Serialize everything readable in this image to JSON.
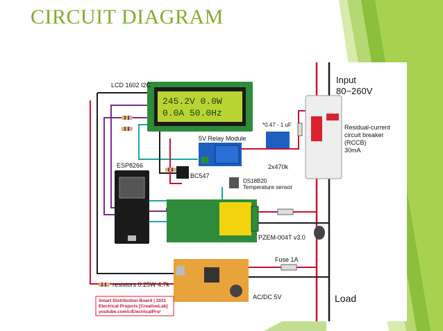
{
  "slide": {
    "title": "CIRCUIT DIAGRAM"
  },
  "labels": {
    "lcd": "LCD 1602 I2C",
    "lcd_line1": "245.2V  0.0W",
    "lcd_line2": "0.0A  50.0Hz",
    "relay": "5V Relay Module",
    "esp": "ESP8266",
    "bc547": "BC547",
    "ds18b20_1": "DS18B20",
    "ds18b20_2": "Temperature sensor",
    "capacitor": "*0.47 - 1 uF",
    "resistor_pair": "2x470k",
    "input_1": "Input",
    "input_2": "80~260V",
    "rccb_1": "Residual-current",
    "rccb_2": "circuit breaker",
    "rccb_3": "(RCCB)",
    "rccb_4": "30mA",
    "pzem": "PZEM-004T v3.0",
    "fuse": "Fuse 1A",
    "acdc": "AC/DC 5V",
    "load": "Load",
    "resistors": "resistors 0.25W 4.7k",
    "credit_1": "Smart Distribution Board | 2021",
    "credit_2": "Electrical Projects [CreativeLab]",
    "credit_3": "youtube.com/c/ElectricalPro/"
  },
  "colors": {
    "accent_green": "#7fae2c",
    "wire_red": "#c8102e",
    "wire_black": "#1a1a1a",
    "wire_purple": "#7b2a8c",
    "wire_teal": "#1aa6a6",
    "lcd_screen": "#b8d433",
    "board_green": "#2e8b3a",
    "relay_blue": "#1e5fbf"
  }
}
